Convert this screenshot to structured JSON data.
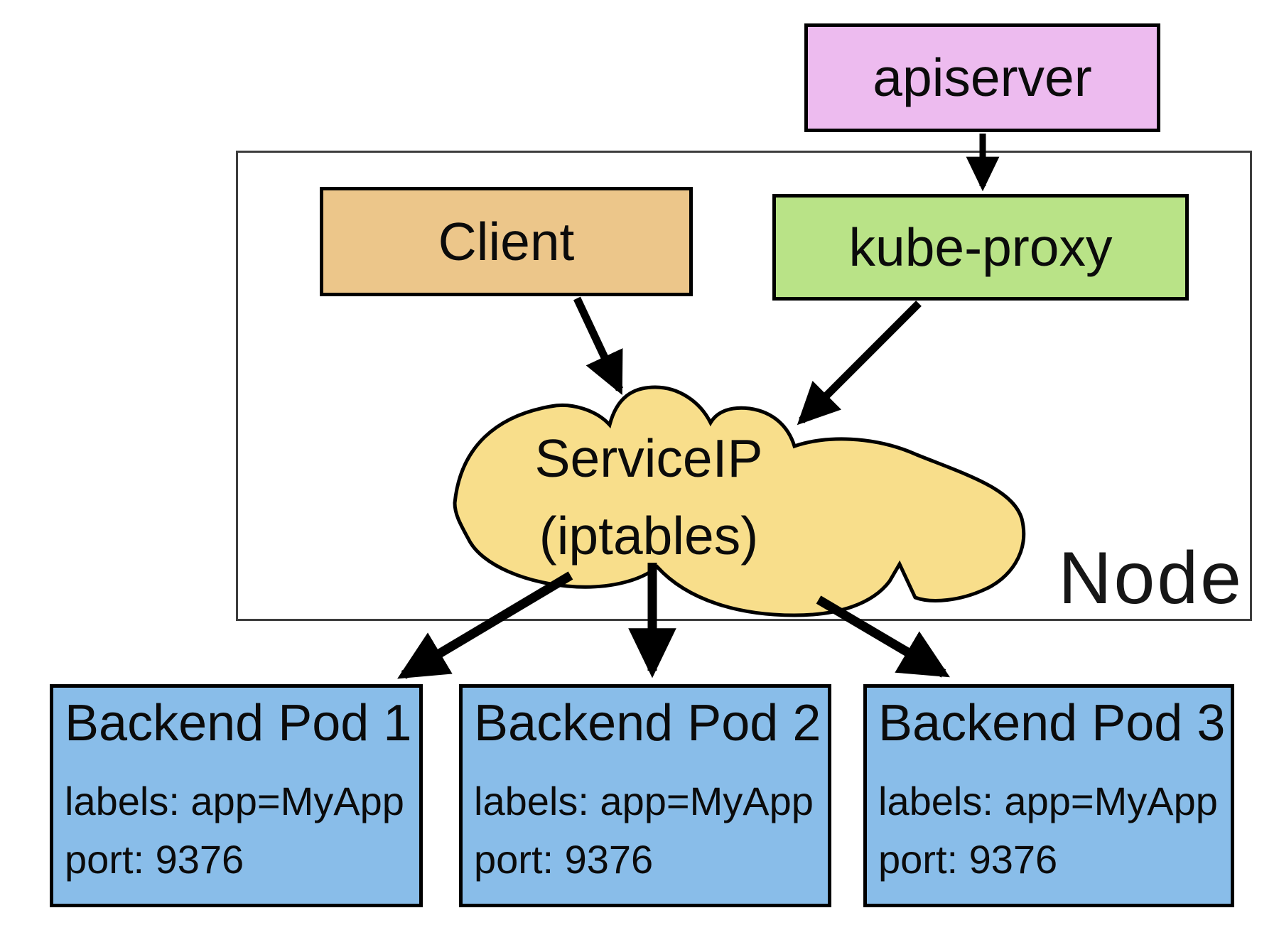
{
  "diagram": {
    "apiserver": {
      "label": "apiserver"
    },
    "client": {
      "label": "Client"
    },
    "kube_proxy": {
      "label": "kube-proxy"
    },
    "service_cloud": {
      "line1": "ServiceIP",
      "line2": "(iptables)"
    },
    "node_container": {
      "label": "Node"
    },
    "pods": [
      {
        "title": "Backend Pod 1",
        "labels_line": "labels: app=MyApp",
        "port_line": "port: 9376"
      },
      {
        "title": "Backend Pod 2",
        "labels_line": "labels: app=MyApp",
        "port_line": "port: 9376"
      },
      {
        "title": "Backend Pod 3",
        "labels_line": "labels: app=MyApp",
        "port_line": "port: 9376"
      }
    ],
    "colors": {
      "apiserver_fill": "#edbbef",
      "client_fill": "#ecc68a",
      "kube_proxy_fill": "#b9e387",
      "cloud_fill": "#f8de8b",
      "pod_fill": "#89bde9",
      "outline": "#000000",
      "node_border": "#3d3d3d"
    }
  }
}
